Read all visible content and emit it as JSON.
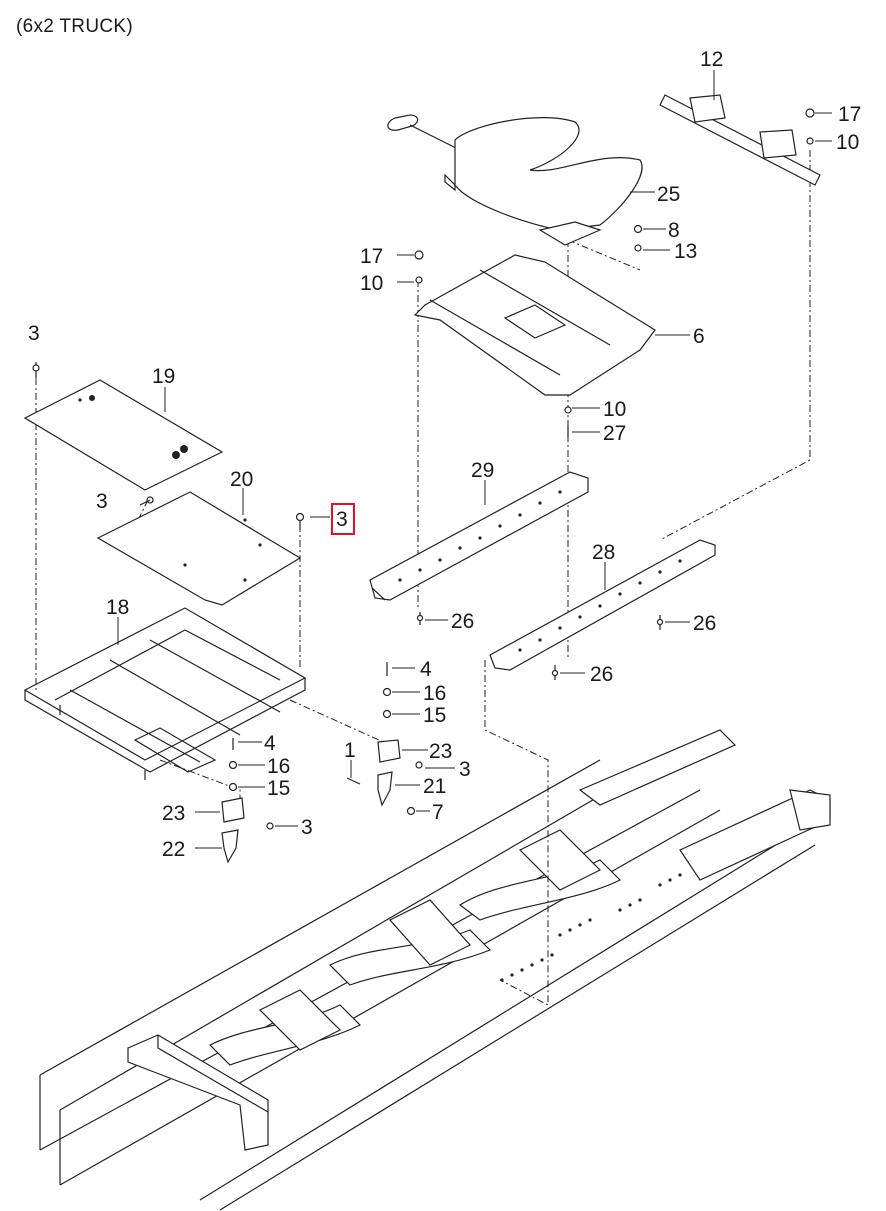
{
  "title": "(6x2 TRUCK)",
  "highlight_color": "#e0102a",
  "callouts": {
    "c12": "12",
    "c17a": "17",
    "c10a": "10",
    "c25": "25",
    "c8": "8",
    "c13": "13",
    "c17b": "17",
    "c10b": "10",
    "c6": "6",
    "c10c": "10",
    "c27": "27",
    "c3a": "3",
    "c19": "19",
    "c3b": "3",
    "c20": "20",
    "c3c": "3",
    "c29": "29",
    "c28": "28",
    "c18": "18",
    "c26a": "26",
    "c26b": "26",
    "c26c": "26",
    "c4a": "4",
    "c16a": "16",
    "c15a": "15",
    "c23a": "23",
    "c1": "1",
    "c3d": "3",
    "c21": "21",
    "c7": "7",
    "c4b": "4",
    "c16b": "16",
    "c15b": "15",
    "c23b": "23",
    "c3e": "3",
    "c22": "22"
  }
}
